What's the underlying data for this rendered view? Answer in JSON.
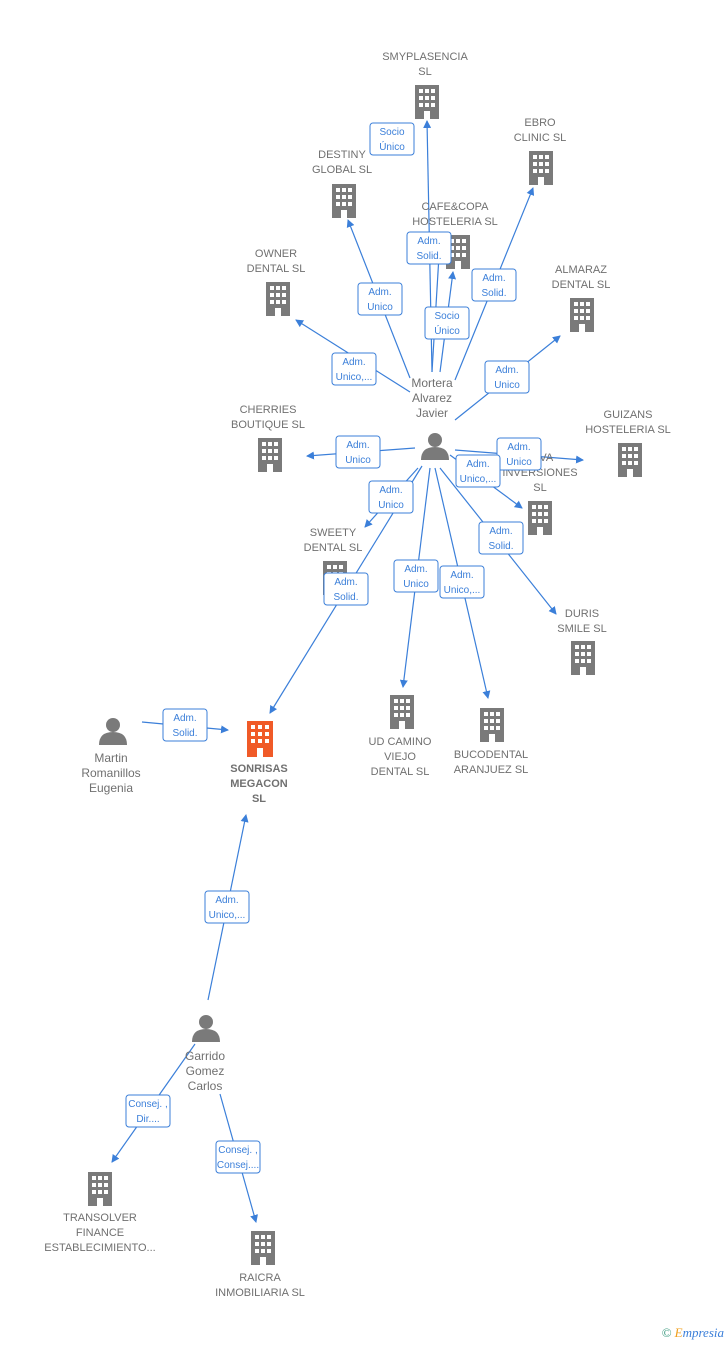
{
  "colors": {
    "edge": "#3b7fd9",
    "company": "#7a7a7a",
    "main_company": "#f05a28",
    "person": "#7a7a7a",
    "label": "#707070"
  },
  "companies": [
    {
      "id": "smyplasencia",
      "lines": [
        "SMYPLASENCIA",
        "SL"
      ]
    },
    {
      "id": "ebro",
      "lines": [
        "EBRO",
        "CLINIC  SL"
      ]
    },
    {
      "id": "destiny",
      "lines": [
        "DESTINY",
        "GLOBAL  SL"
      ]
    },
    {
      "id": "cafecopa",
      "lines": [
        "CAFE&COPA",
        "HOSTELERIA SL"
      ]
    },
    {
      "id": "owner",
      "lines": [
        "OWNER",
        "DENTAL  SL"
      ]
    },
    {
      "id": "almaraz",
      "lines": [
        "ALMARAZ",
        "DENTAL  SL"
      ]
    },
    {
      "id": "cherries",
      "lines": [
        "CHERRIES",
        "BOUTIQUE SL"
      ]
    },
    {
      "id": "guizans",
      "lines": [
        "GUIZANS",
        "HOSTELERIA SL"
      ]
    },
    {
      "id": "alva",
      "lines": [
        "ALVA",
        "INVERSIONES",
        "SL"
      ]
    },
    {
      "id": "sweety",
      "lines": [
        "SWEETY",
        "DENTAL  SL"
      ]
    },
    {
      "id": "duris",
      "lines": [
        "DURIS",
        "SMILE  SL"
      ]
    },
    {
      "id": "udcamino",
      "lines": [
        "UD CAMINO",
        "VIEJO",
        "DENTAL  SL"
      ]
    },
    {
      "id": "bucodental",
      "lines": [
        "BUCODENTAL",
        "ARANJUEZ  SL"
      ]
    },
    {
      "id": "sonrisas",
      "lines": [
        "SONRISAS",
        "MEGACON",
        "SL"
      ],
      "main": true
    },
    {
      "id": "transolver",
      "lines": [
        "TRANSOLVER",
        "FINANCE",
        "ESTABLECIMIENTO..."
      ]
    },
    {
      "id": "raicra",
      "lines": [
        "RAICRA",
        "INMOBILIARIA SL"
      ]
    }
  ],
  "persons": [
    {
      "id": "mortera",
      "lines": [
        "Mortera",
        "Alvarez",
        "Javier"
      ]
    },
    {
      "id": "martin",
      "lines": [
        "Martin",
        "Romanillos",
        "Eugenia"
      ]
    },
    {
      "id": "garrido",
      "lines": [
        "Garrido",
        "Gomez",
        "Carlos"
      ]
    }
  ],
  "relations": [
    {
      "id": "r-smy",
      "lines": [
        "Socio",
        "Único"
      ]
    },
    {
      "id": "r-cafe-adm",
      "lines": [
        "Adm.",
        "Solid."
      ]
    },
    {
      "id": "r-ebro",
      "lines": [
        "Adm.",
        "Solid."
      ]
    },
    {
      "id": "r-destiny",
      "lines": [
        "Adm.",
        "Unico"
      ]
    },
    {
      "id": "r-cafe-socio",
      "lines": [
        "Socio",
        "Único"
      ]
    },
    {
      "id": "r-owner",
      "lines": [
        "Adm.",
        "Unico,..."
      ]
    },
    {
      "id": "r-almaraz",
      "lines": [
        "Adm.",
        "Unico"
      ]
    },
    {
      "id": "r-cherries",
      "lines": [
        "Adm.",
        "Unico"
      ]
    },
    {
      "id": "r-guizans",
      "lines": [
        "Adm.",
        "Unico"
      ]
    },
    {
      "id": "r-alva",
      "lines": [
        "Adm.",
        "Unico,..."
      ]
    },
    {
      "id": "r-sweety",
      "lines": [
        "Adm.",
        "Unico"
      ]
    },
    {
      "id": "r-duris",
      "lines": [
        "Adm.",
        "Solid."
      ]
    },
    {
      "id": "r-sonrisas-m",
      "lines": [
        "Adm.",
        "Solid."
      ]
    },
    {
      "id": "r-udcamino",
      "lines": [
        "Adm.",
        "Unico"
      ]
    },
    {
      "id": "r-bucodental",
      "lines": [
        "Adm.",
        "Unico,..."
      ]
    },
    {
      "id": "r-martin",
      "lines": [
        "Adm.",
        "Solid."
      ]
    },
    {
      "id": "r-garrido",
      "lines": [
        "Adm.",
        "Unico,..."
      ]
    },
    {
      "id": "r-transolver",
      "lines": [
        "Consej. ,",
        "Dir...."
      ]
    },
    {
      "id": "r-raicra",
      "lines": [
        "Consej. ,",
        "Consej...."
      ]
    }
  ],
  "brand": {
    "copyright": "©",
    "e": "E",
    "rest": "mpresia"
  }
}
